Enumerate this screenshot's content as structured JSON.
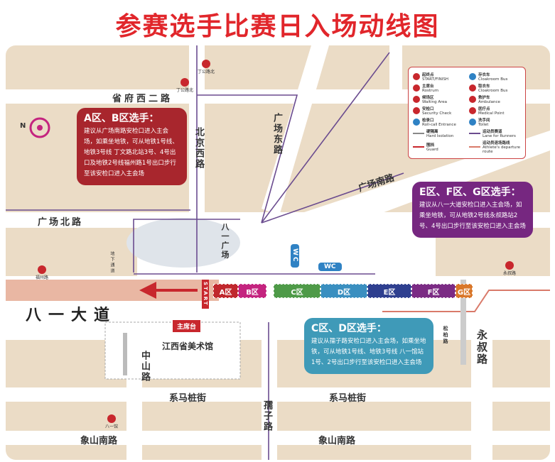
{
  "title": "参赛选手比赛日入场动线图",
  "roads": {
    "shengfu": "省府西二路",
    "beijing": "北京西路",
    "guangchang_dong": "广场东路",
    "guangchang_bei": "广场北路",
    "guangchang_nan": "广场南路",
    "bayi": "八一大道",
    "zhongshan": "中山路",
    "ruzi": "孺子路",
    "yongshu": "永叔路",
    "ximazhuang_1": "系马桩街",
    "ximazhuang_2": "系马桩街",
    "xiangshan_1": "象山南路",
    "xiangshan_2": "象山南路",
    "songbai": "松柏路"
  },
  "places": {
    "square": "八一广场",
    "museum": "江西省美术馆",
    "rostrum": "主席台",
    "underpass": "地下通道",
    "start": "START",
    "wc": "WC"
  },
  "stations": [
    "丁公路北",
    "丁公路北",
    "福州路",
    "永叔路",
    "八一馆"
  ],
  "zones": [
    {
      "label": "A区",
      "color": "#c0272d"
    },
    {
      "label": "B区",
      "color": "#c4247f"
    },
    {
      "label": "C区",
      "color": "#4e9a48"
    },
    {
      "label": "D区",
      "color": "#3a8fc0"
    },
    {
      "label": "E区",
      "color": "#2e3f8f"
    },
    {
      "label": "F区",
      "color": "#7b2b84"
    },
    {
      "label": "G区",
      "color": "#d9772a"
    }
  ],
  "callouts": {
    "ab": {
      "title": "A区、B区选手：",
      "text": "建议从广场南路安检口进入主会场，如乘坐地铁，可从地铁1号线、地铁3号线 丁文路北站3号、4号出口及地铁2号线福州路1号出口步行至该安检口进入主会场",
      "color": "#a8262d"
    },
    "efg": {
      "title": "E区、F区、G区选手：",
      "text": "建议从八一大道安检口进入主会场，如乘坐地铁，可从地铁2号线永叔路站2号、4号出口步行至该安检口进入主会场",
      "color": "#762780"
    },
    "cd": {
      "title": "C区、D区选手：",
      "text": "建议从孺子路安检口进入主会场，如乘坐地铁，可从地铁1号线、地铁3号线 八一馆站1号、2号出口步行至该安检口进入主会场",
      "color": "#3f9ab8"
    }
  },
  "legend": [
    {
      "zh": "起终点",
      "en": "START/FINISH",
      "icon": "flag-icon",
      "color": "#c8272d"
    },
    {
      "zh": "存衣车",
      "en": "Cloakroom Bus",
      "icon": "bus-icon",
      "color": "#2f82c4"
    },
    {
      "zh": "主席台",
      "en": "Rostrum",
      "icon": "rostrum-icon",
      "color": "#c8272d"
    },
    {
      "zh": "取衣车",
      "en": "Cloakroom Bus",
      "icon": "bus-icon",
      "color": "#c8272d"
    },
    {
      "zh": "候场区",
      "en": "Waiting Area",
      "icon": "eye-icon",
      "color": "#c8272d"
    },
    {
      "zh": "救护车",
      "en": "Ambulance",
      "icon": "ambulance-icon",
      "color": "#c8272d"
    },
    {
      "zh": "安检口",
      "en": "Security Check",
      "icon": "security-icon",
      "color": "#c8272d"
    },
    {
      "zh": "医疗点",
      "en": "Medical Point",
      "icon": "medical-cross-icon",
      "color": "#c8272d"
    },
    {
      "zh": "检录口",
      "en": "Roll-call Entrance",
      "icon": "entrance-arrow-icon",
      "color": "#2f82c4"
    },
    {
      "zh": "洗手间",
      "en": "Toilet",
      "icon": "wc-icon",
      "color": "#2f82c4"
    },
    {
      "zh": "硬隔离",
      "en": "Hard Isolation",
      "icon": "dash-line-icon",
      "color": "#888888"
    },
    {
      "zh": "运动员赛道",
      "en": "Lane for Runners",
      "icon": "arrow-line-icon",
      "color": "#6b4c8f"
    },
    {
      "zh": "围挡",
      "en": "Guard",
      "icon": "dash-line-icon",
      "color": "#c8272d"
    },
    {
      "zh": "运动员退场路线",
      "en": "Athlete's departure route",
      "icon": "arrow-line-icon",
      "color": "#d97a6a"
    }
  ],
  "compass": "N"
}
